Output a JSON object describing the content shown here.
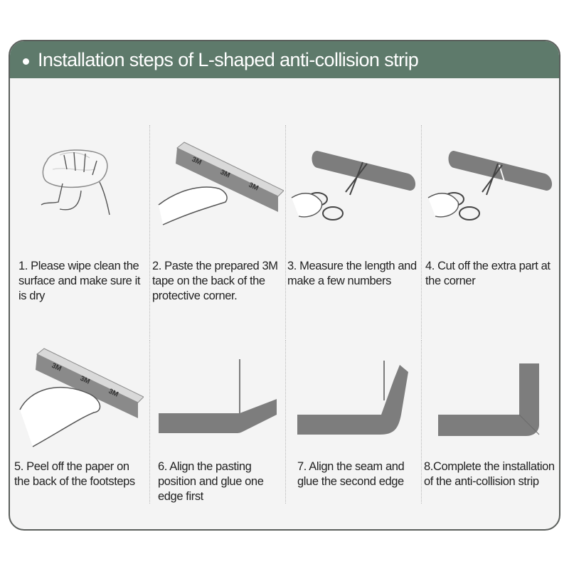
{
  "header": {
    "title": "Installation steps of L-shaped anti-collision strip"
  },
  "steps": [
    {
      "text": "1. Please wipe clean the surface and make sure it is dry",
      "icon": "hand-wiping-cloth"
    },
    {
      "text": "2. Paste the prepared 3M tape on the back of the protective corner.",
      "icon": "hand-pasting-tape"
    },
    {
      "text": "3. Measure the length and make a few numbers",
      "icon": "scissors-strip"
    },
    {
      "text": "4. Cut off the extra part at the corner",
      "icon": "scissors-cut-corner"
    },
    {
      "text": "5. Peel off the paper on the back of the footsteps",
      "icon": "hand-peeling-paper"
    },
    {
      "text": "6. Align the pasting position and glue one edge first",
      "icon": "strip-one-edge"
    },
    {
      "text": "7. Align the seam and glue the second edge",
      "icon": "strip-second-edge"
    },
    {
      "text": "8.Complete the installation of the anti-collision strip",
      "icon": "strip-complete"
    }
  ],
  "tape_label": "3M",
  "colors": {
    "header": "#5e7a6b",
    "strip": "#7d7d7d",
    "panel": "#f4f4f4"
  }
}
